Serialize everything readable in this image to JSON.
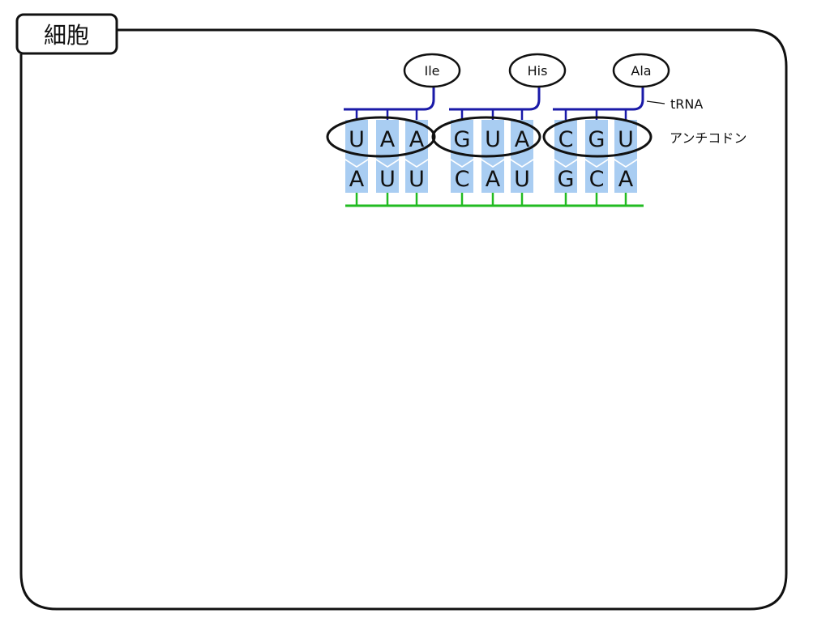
{
  "cell_label": "細胞",
  "labels": {
    "trna": "tRNA",
    "anticodon": "アンチコドン"
  },
  "colors": {
    "outline": "#111111",
    "trna_backbone": "#1a1aa8",
    "mrna_backbone": "#22bb22",
    "base_fill": "#a9cdf2"
  },
  "trnas": [
    {
      "amino_acid": "Ile",
      "anticodon": [
        "U",
        "A",
        "A"
      ],
      "codon": [
        "A",
        "U",
        "U"
      ]
    },
    {
      "amino_acid": "His",
      "anticodon": [
        "G",
        "U",
        "A"
      ],
      "codon": [
        "C",
        "A",
        "U"
      ]
    },
    {
      "amino_acid": "Ala",
      "anticodon": [
        "C",
        "G",
        "U"
      ],
      "codon": [
        "G",
        "C",
        "A"
      ]
    }
  ]
}
